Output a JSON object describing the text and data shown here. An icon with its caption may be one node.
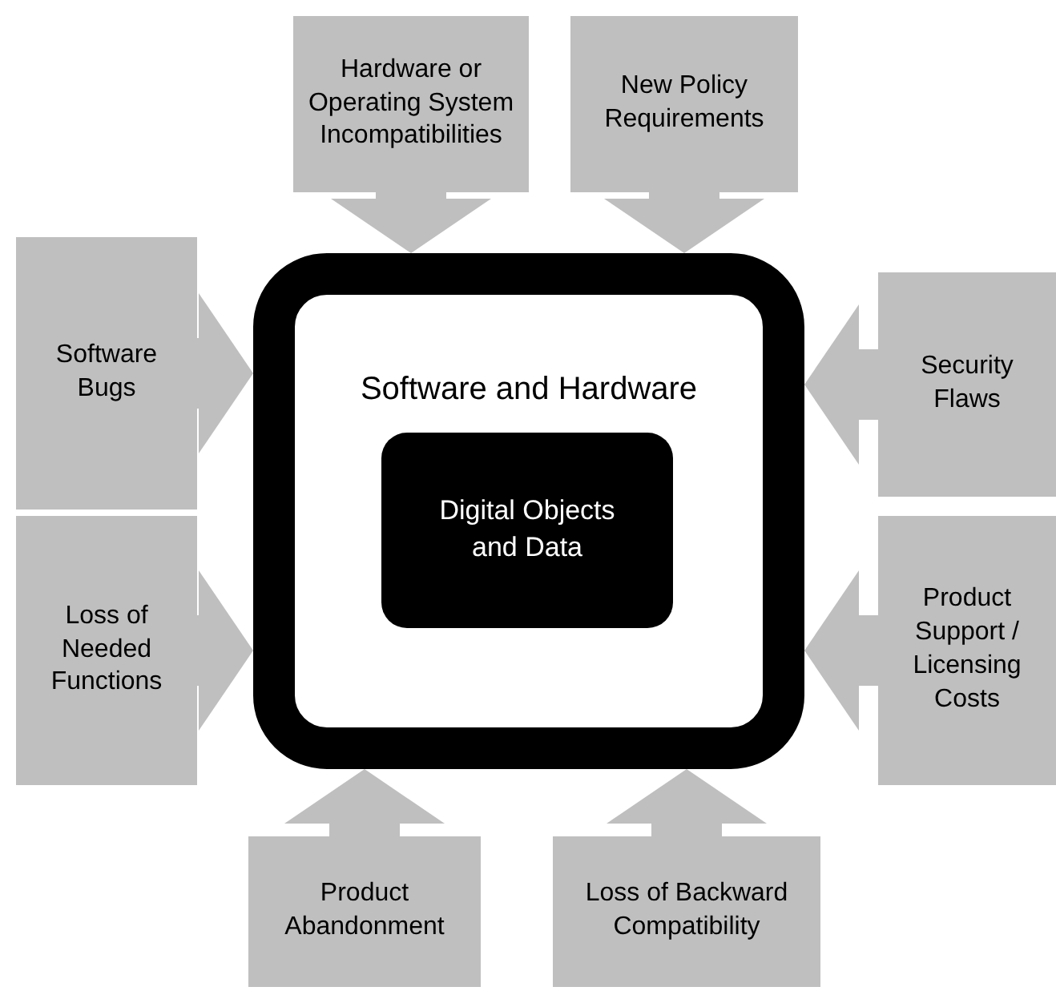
{
  "diagram": {
    "nodes": [
      {
        "text": [
          "Software and Hardware"
        ]
      },
      {
        "text": [
          "Digital Objects and Data"
        ],
        "in": 0
      },
      {
        "text": [
          "Hardware or Operating System Incompatibilities"
        ]
      },
      {
        "text": [
          "New Policy Requirements"
        ]
      },
      {
        "text": [
          "Software Bugs"
        ]
      },
      {
        "text": [
          "Security Flaws"
        ]
      },
      {
        "text": [
          "Loss of Needed Functions"
        ]
      },
      {
        "text": [
          "Product Support / Licensing Costs"
        ]
      },
      {
        "text": [
          "Product Abandonment"
        ]
      },
      {
        "text": [
          "Loss of Backward Compatibility"
        ]
      }
    ],
    "edges": [
      {
        "from": 2,
        "to": 0,
        "arrow": "to"
      },
      {
        "from": 3,
        "to": 0,
        "arrow": "to"
      },
      {
        "from": 4,
        "to": 0,
        "arrow": "to"
      },
      {
        "from": 5,
        "to": 0,
        "arrow": "to"
      },
      {
        "from": 6,
        "to": 0,
        "arrow": "to"
      },
      {
        "from": 7,
        "to": 0,
        "arrow": "to"
      },
      {
        "from": 8,
        "to": 0,
        "arrow": "to"
      },
      {
        "from": 9,
        "to": 0,
        "arrow": "to"
      }
    ]
  }
}
